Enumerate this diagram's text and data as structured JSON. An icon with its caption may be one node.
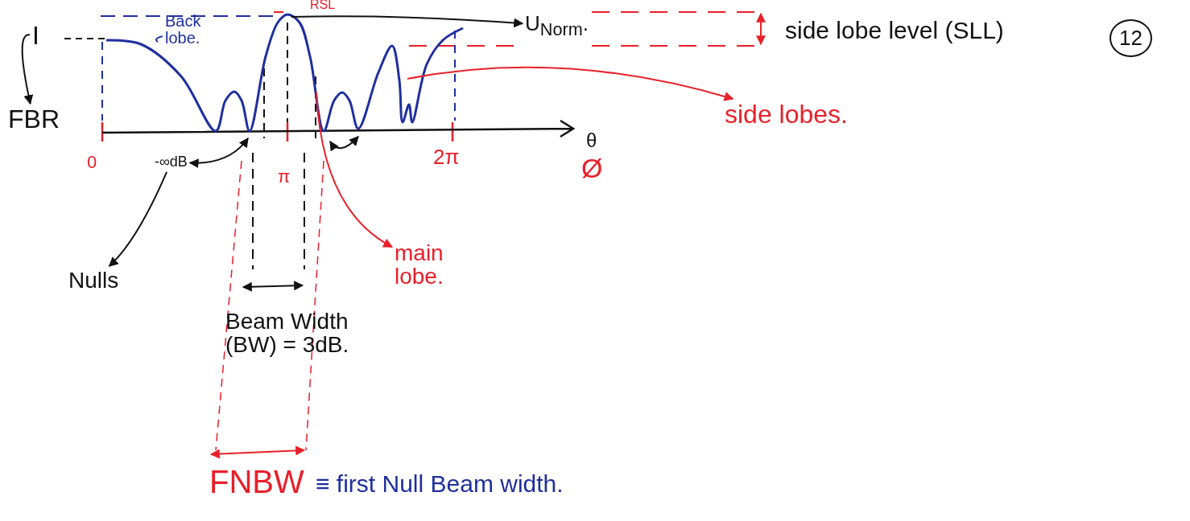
{
  "diagram": {
    "nodes": [
      {
        "text": [
          "I"
        ]
      },
      {
        "text": [
          "FBR"
        ]
      },
      {
        "text": [
          "Back lobe."
        ]
      },
      {
        "text": [
          "U$_{Norm}$."
        ]
      },
      {
        "text": [
          "12"
        ]
      },
      {
        "text": [
          "side lobes."
        ]
      },
      {
        "text": [
          "-∞dB"
        ]
      },
      {
        "text": [
          "Nulls"
        ]
      },
      {
        "text": [
          "main lobe."
        ]
      }
    ],
    "edges": [
      {
        "from": 0,
        "to": 1,
        "arrow": "to"
      },
      {
        "from": 2,
        "to": null,
        "arrow": "none",
        "color": "#1f2f9e"
      },
      {
        "from": null,
        "to": 3,
        "arrow": "to"
      },
      {
        "from": null,
        "to": 5,
        "arrow": "to",
        "color": "#e8202a"
      },
      {
        "from": 6,
        "to": 7,
        "arrow": "to"
      },
      {
        "from": null,
        "to": 8,
        "arrow": "to",
        "color": "#e8202a"
      },
      {
        "from": 6,
        "to": null,
        "arrow": "both"
      }
    ],
    "labels": [
      "RSL",
      "side lobe level (SLL)",
      "θ",
      "0",
      "2π",
      "Ø",
      "π",
      "Beam Width (BW) = 3dB.",
      "FNBW",
      "≡ first Null Beam width."
    ]
  }
}
